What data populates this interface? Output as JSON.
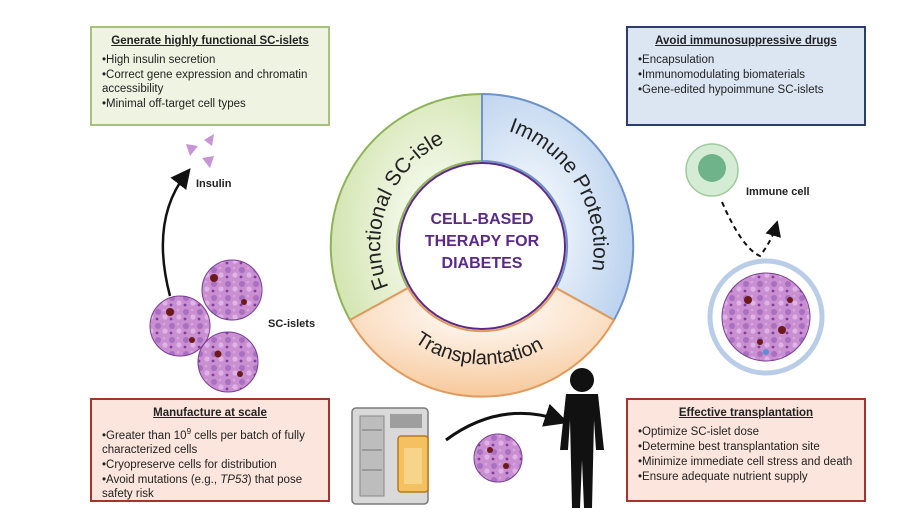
{
  "center": {
    "title_line1": "CELL-BASED",
    "title_line2": "THERAPY FOR",
    "title_line3": "DIABETES"
  },
  "ring": {
    "functional": "Functional SC-islets",
    "immune": "Immune Protection",
    "transplantation": "Transplantation"
  },
  "labels": {
    "insulin": "Insulin",
    "sc_islets": "SC-islets",
    "immune_cell": "Immune cell"
  },
  "box_generate": {
    "title": "Generate highly functional SC-islets",
    "items": [
      "High insulin secretion",
      "Correct gene expression and chromatin accessibility",
      "Minimal off-target cell types"
    ]
  },
  "box_avoid": {
    "title": "Avoid immunosuppressive drugs",
    "items": [
      "Encapsulation",
      "Immunomodulating biomaterials",
      "Gene-edited hypoimmune SC-islets"
    ]
  },
  "box_manufacture": {
    "title": "Manufacture at scale",
    "item1_pre": "Greater than 10",
    "item1_sup": "9",
    "item1_post": " cells per batch of fully characterized cells",
    "item2": "Cryopreserve cells for distribution",
    "item3_pre": "Avoid mutations (e.g., ",
    "item3_em": "TP53",
    "item3_post": ") that pose safety risk"
  },
  "box_effective": {
    "title": "Effective transplantation",
    "items": [
      "Optimize SC-islet dose",
      "Determine best transplantation site",
      "Minimize immediate cell stress and death",
      "Ensure adequate nutrient supply"
    ]
  },
  "colors": {
    "green_box_border": "#a9c27b",
    "blue_box_border": "#2b3d6b",
    "red_box_border": "#a8322c",
    "center_text": "#5b2a86",
    "insulin": "#c994d6",
    "islet": "#c98fd1"
  }
}
